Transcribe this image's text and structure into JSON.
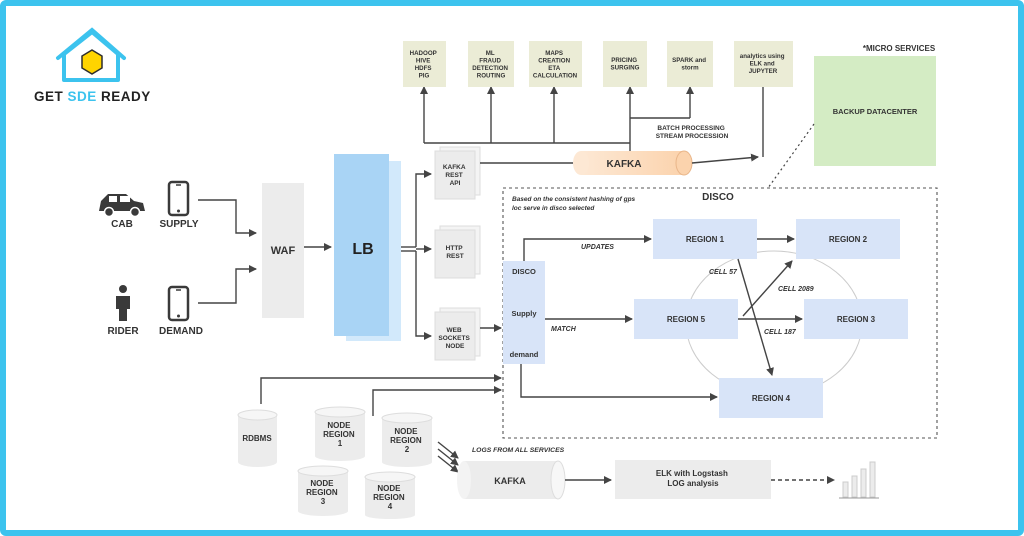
{
  "brand": {
    "name_part1": "GET ",
    "name_part2": "SDE",
    "name_part3": " READY",
    "accent": "#3cc3ee",
    "logo_icon": "house-hexagon-icon"
  },
  "sources": {
    "cab": "CAB",
    "supply": "SUPPLY",
    "rider": "RIDER",
    "demand": "DEMAND"
  },
  "waf": "WAF",
  "lb": "LB",
  "services": {
    "kafka_rest": [
      "KAFKA",
      "REST",
      "API"
    ],
    "http_rest": [
      "HTTP",
      "REST"
    ],
    "web_sockets": [
      "WEB",
      "SOCKETS",
      "NODE"
    ]
  },
  "micro_services": {
    "title": "*MICRO SERVICES",
    "items": [
      [
        "HADOOP",
        "HIVE",
        "HDFS",
        "PIG"
      ],
      [
        "ML",
        "FRAUD",
        "DETECTION",
        "ROUTING"
      ],
      [
        "MAPS",
        "CREATION",
        "ETA",
        "CALCULATION"
      ],
      [
        "PRICING",
        "SURGING"
      ],
      [
        "SPARK and",
        "storm"
      ],
      [
        "analytics using",
        "ELK and",
        "JUPYTER"
      ]
    ],
    "backup": "BACKUP DATACENTER"
  },
  "batch_label": [
    "BATCH PROCESSING",
    "STREAM PROCESSION"
  ],
  "kafka_top": "KAFKA",
  "disco": {
    "title": "DISCO",
    "note": [
      "Based on the consistent hashing of gps",
      "loc serve in disco selected"
    ],
    "node_labels": [
      "DISCO",
      "Supply",
      "demand"
    ],
    "updates": "UPDATES",
    "match": "MATCH",
    "regions": [
      "REGION 1",
      "REGION 2",
      "REGION 5",
      "REGION 3",
      "REGION 4"
    ],
    "cells": [
      "CELL 57",
      "CELL 2089",
      "CELL 187"
    ]
  },
  "storage": {
    "rdbms": "RDBMS",
    "nodes": [
      [
        "NODE",
        "REGION",
        "1"
      ],
      [
        "NODE",
        "REGION",
        "2"
      ],
      [
        "NODE",
        "REGION",
        "3"
      ],
      [
        "NODE",
        "REGION",
        "4"
      ]
    ]
  },
  "logs": {
    "label": "LOGS FROM ALL SERVICES",
    "kafka": "KAFKA",
    "elk": [
      "ELK with Logstash",
      "LOG analysis"
    ]
  },
  "colors": {
    "gray_box": "#ececec",
    "micro_box": "#ebecd6",
    "backup_box": "#d4ecc4",
    "region_box": "#d8e4f8",
    "lb_front": "#a9d4f5",
    "kafka_fill": "#fde2c8"
  }
}
